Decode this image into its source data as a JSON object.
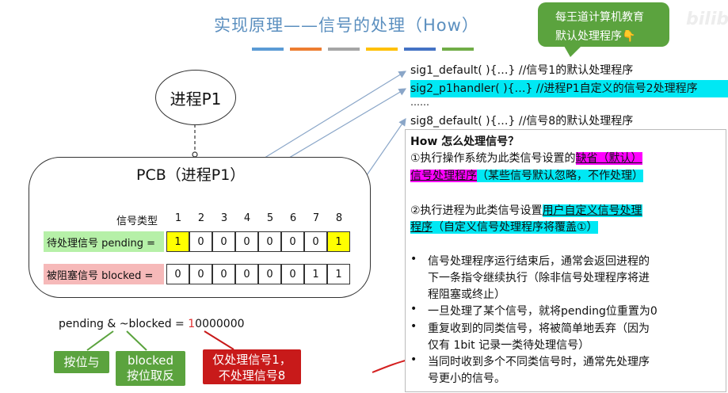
{
  "title": "实现原理——信号的处理（How）",
  "accent_bars": [
    "#5b9bd5",
    "#ed7d31",
    "#a5a5a5",
    "#ffc000",
    "#4472c4",
    "#70ad47"
  ],
  "callout": {
    "line1": "每王道计算机教育",
    "line2": "默认处理程序👇"
  },
  "watermark": "bilibili",
  "process_node": "进程P1",
  "pcb": {
    "title": "PCB（进程P1）",
    "header_label": "信号类型",
    "signal_numbers": [
      "1",
      "2",
      "3",
      "4",
      "5",
      "6",
      "7",
      "8"
    ],
    "pending_label": "待处理信号 pending =",
    "pending_bits": [
      "1",
      "0",
      "0",
      "0",
      "0",
      "0",
      "0",
      "1"
    ],
    "blocked_label": "被阻塞信号 blocked =",
    "blocked_bits": [
      "0",
      "0",
      "0",
      "0",
      "0",
      "0",
      "1",
      "1"
    ]
  },
  "expression": {
    "prefix": "pending & ~blocked = ",
    "highlight": "1",
    "rest": "0000000"
  },
  "notes": {
    "and": "按位与",
    "invert_line1": "blocked",
    "invert_line2": "按位取反",
    "result_line1": "仅处理信号1，",
    "result_line2": "不处理信号8"
  },
  "handlers": {
    "sig1": "sig1_default( ){…}    //信号1的默认处理程序",
    "sig2": "sig2_p1handler( ){…}  //进程P1自定义的信号2处理程序",
    "ellipsis": "……",
    "sig8": "sig8_default( ){…}    //信号8的默认处理程序"
  },
  "panel": {
    "heading": "How 怎么处理信号？",
    "item1_prefix": "①执行操作系统为此类信号设置的",
    "item1_hl1": "缺省（默认）",
    "item1_hl2": "信号处理程序",
    "item1_hl3": "（某些信号默认忽略，不作处理）",
    "item2_prefix": "②执行进程为此类信号设置",
    "item2_hl1": "用户自定义信号处理",
    "item2_hl2": "程序",
    "item2_rest": "（自定义信号处理程序将覆盖①）",
    "bullets": [
      [
        "信号处理程序运行结束后，通常会返回进程的",
        "下一条指令继续执行（除非信号处理程序将进",
        "程阻塞或终止）"
      ],
      [
        "一旦处理了某个信号，就将pending位重置为0"
      ],
      [
        "重复收到的同类信号，将被简单地丢弃（因为",
        "仅有 1bit 记录一类待处理信号）"
      ],
      [
        "当同时收到多个不同类信号时，通常先处理序",
        "号更小的信号。"
      ]
    ]
  }
}
